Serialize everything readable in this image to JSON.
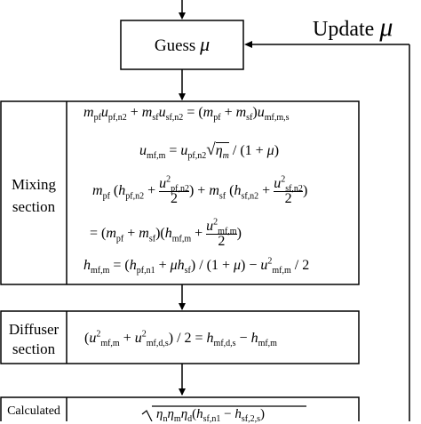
{
  "update_label": "Update",
  "mu_symbol": "μ",
  "guess": {
    "label": "Guess"
  },
  "mixing": {
    "label_line1": "Mixing",
    "label_line2": "section",
    "equations": [
      "m_pf u_pf,n2 + m_sf u_sf,n2 = (m_pf + m_sf) u_mf,m,s",
      "u_mf,m = u_pf,n2 √η_m / (1 + μ)",
      "m_pf (h_pf,n2 + u²_pf,n2 / 2) + m_sf (h_sf,n2 + u²_sf,n2 / 2)",
      "= (m_pf + m_sf)(h_mf,m + u²_mf,m / 2)",
      "h_mf,m = (h_pf,n1 + μ h_sf) / (1 + μ) − u²_mf,m / 2"
    ]
  },
  "diffuser": {
    "label_line1": "Diffuser",
    "label_line2": "section",
    "equation": "(u²_mf,m + u²_mf,d,s) / 2 = h_mf,d,s − h_mf,m"
  },
  "calculated": {
    "label": "Calculated"
  }
}
